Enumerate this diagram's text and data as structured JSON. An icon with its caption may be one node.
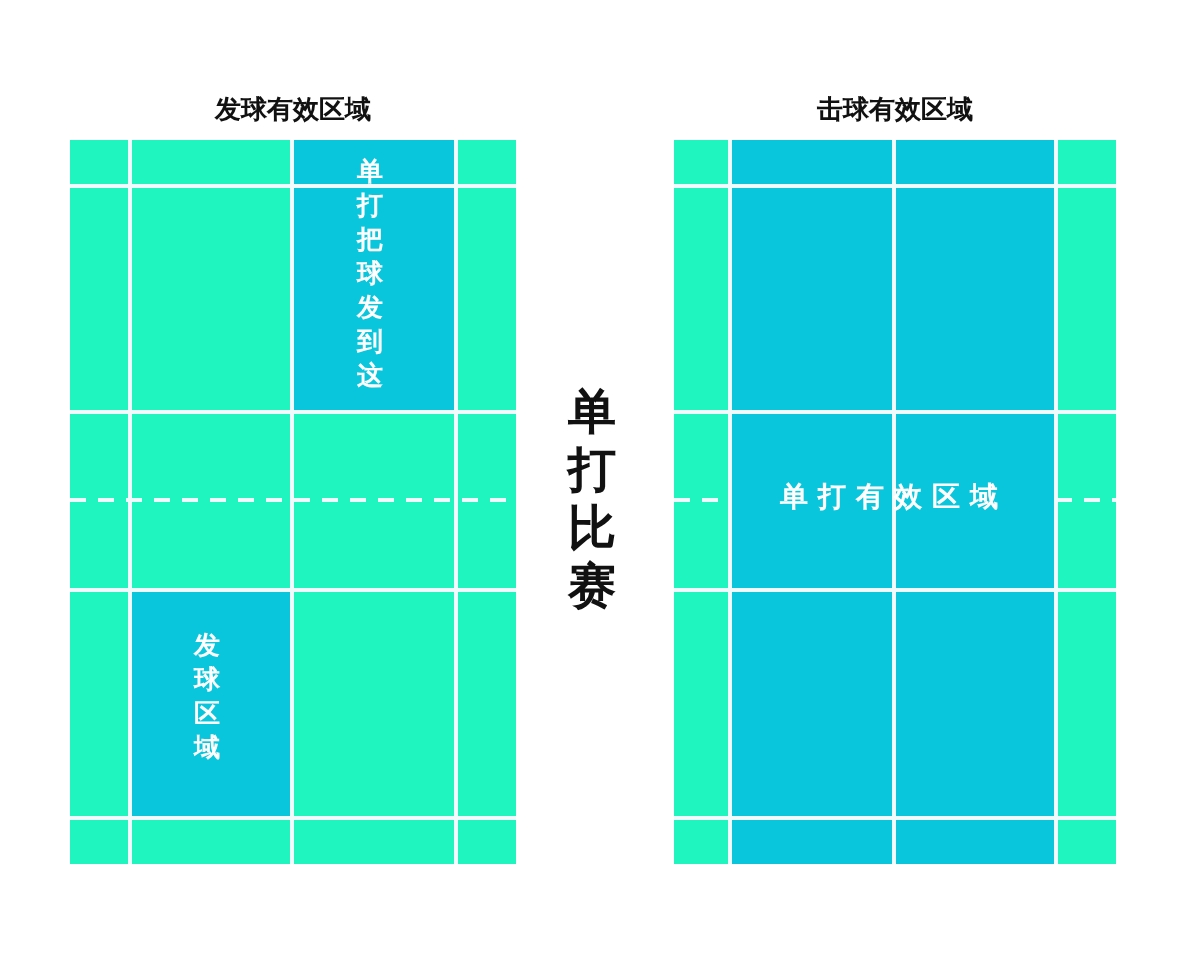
{
  "diagram": {
    "title": "单打比赛",
    "nodes": [
      {
        "text": [
          "发球有效区域"
        ]
      },
      {
        "text": [
          "单打把球发到这"
        ],
        "in": 0
      },
      {
        "text": [
          "发球区域"
        ],
        "in": 0
      },
      {
        "text": [
          "击球有效区域"
        ]
      },
      {
        "text": [
          "单打有效区域"
        ],
        "in": 3
      }
    ]
  }
}
